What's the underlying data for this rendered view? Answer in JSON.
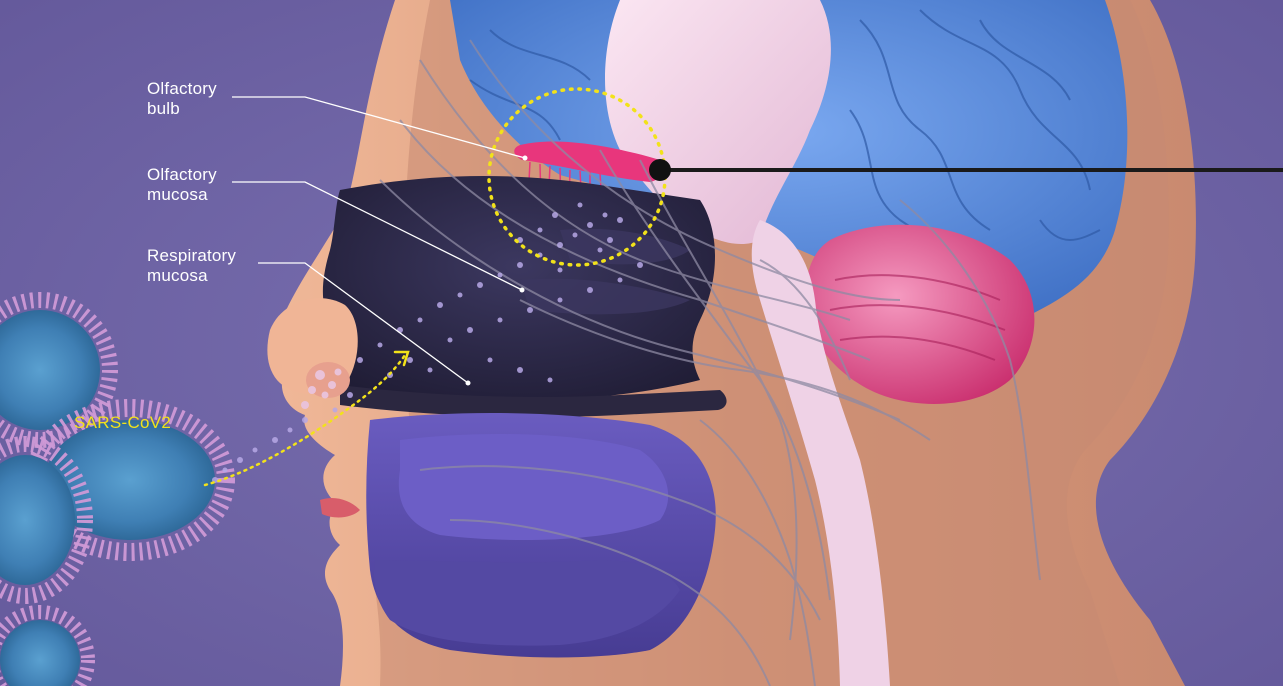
{
  "labels": {
    "olfactory_bulb": [
      "Olfactory",
      "bulb"
    ],
    "olfactory_mucosa": [
      "Olfactory",
      "mucosa"
    ],
    "respiratory_mucosa": [
      "Respiratory",
      "mucosa"
    ],
    "virus": "SARS-CoV2"
  },
  "colors": {
    "background": "#6f64a6",
    "highlight": "#f2e21a",
    "label_text": "#ffffff",
    "brain_blue": "#5a8ee0",
    "brain_pink": "#e4407f",
    "skin": "#e6a98a",
    "nasal_cavity": "#2c2944",
    "oral_purple": "#5a4ea8",
    "virus_pink": "#c58bd0",
    "virus_core": "#4a90c0"
  },
  "icons": {
    "callout_marker": "black-dot-icon",
    "highlight_circle": "dotted-circle-icon",
    "path_arrow": "dotted-arrow-icon"
  }
}
